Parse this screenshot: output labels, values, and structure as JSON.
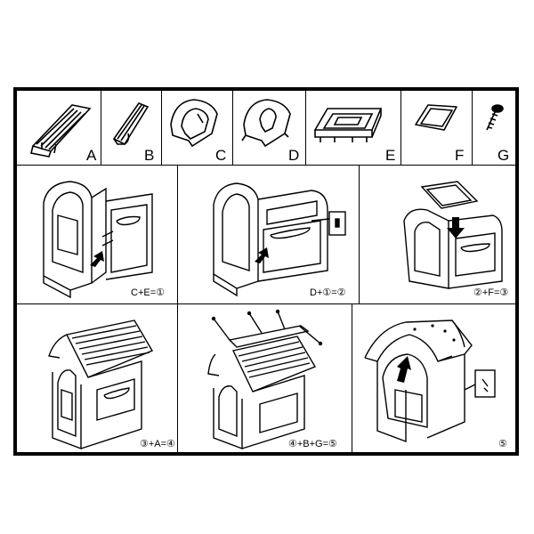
{
  "parts": [
    {
      "letter": "A",
      "icon": "roof-panel-icon"
    },
    {
      "letter": "B",
      "icon": "roof-ridge-icon"
    },
    {
      "letter": "C",
      "icon": "front-wall-icon"
    },
    {
      "letter": "D",
      "icon": "back-wall-icon"
    },
    {
      "letter": "E",
      "icon": "side-frame-icon"
    },
    {
      "letter": "F",
      "icon": "window-panel-icon"
    },
    {
      "letter": "G",
      "icon": "screw-icon"
    }
  ],
  "steps": [
    {
      "caption": "C+E=①"
    },
    {
      "caption": "D+①=②"
    },
    {
      "caption": "②+F=③"
    },
    {
      "caption": "③+A=④"
    },
    {
      "caption": "④+B+G=⑤"
    },
    {
      "caption": "⑤"
    }
  ]
}
